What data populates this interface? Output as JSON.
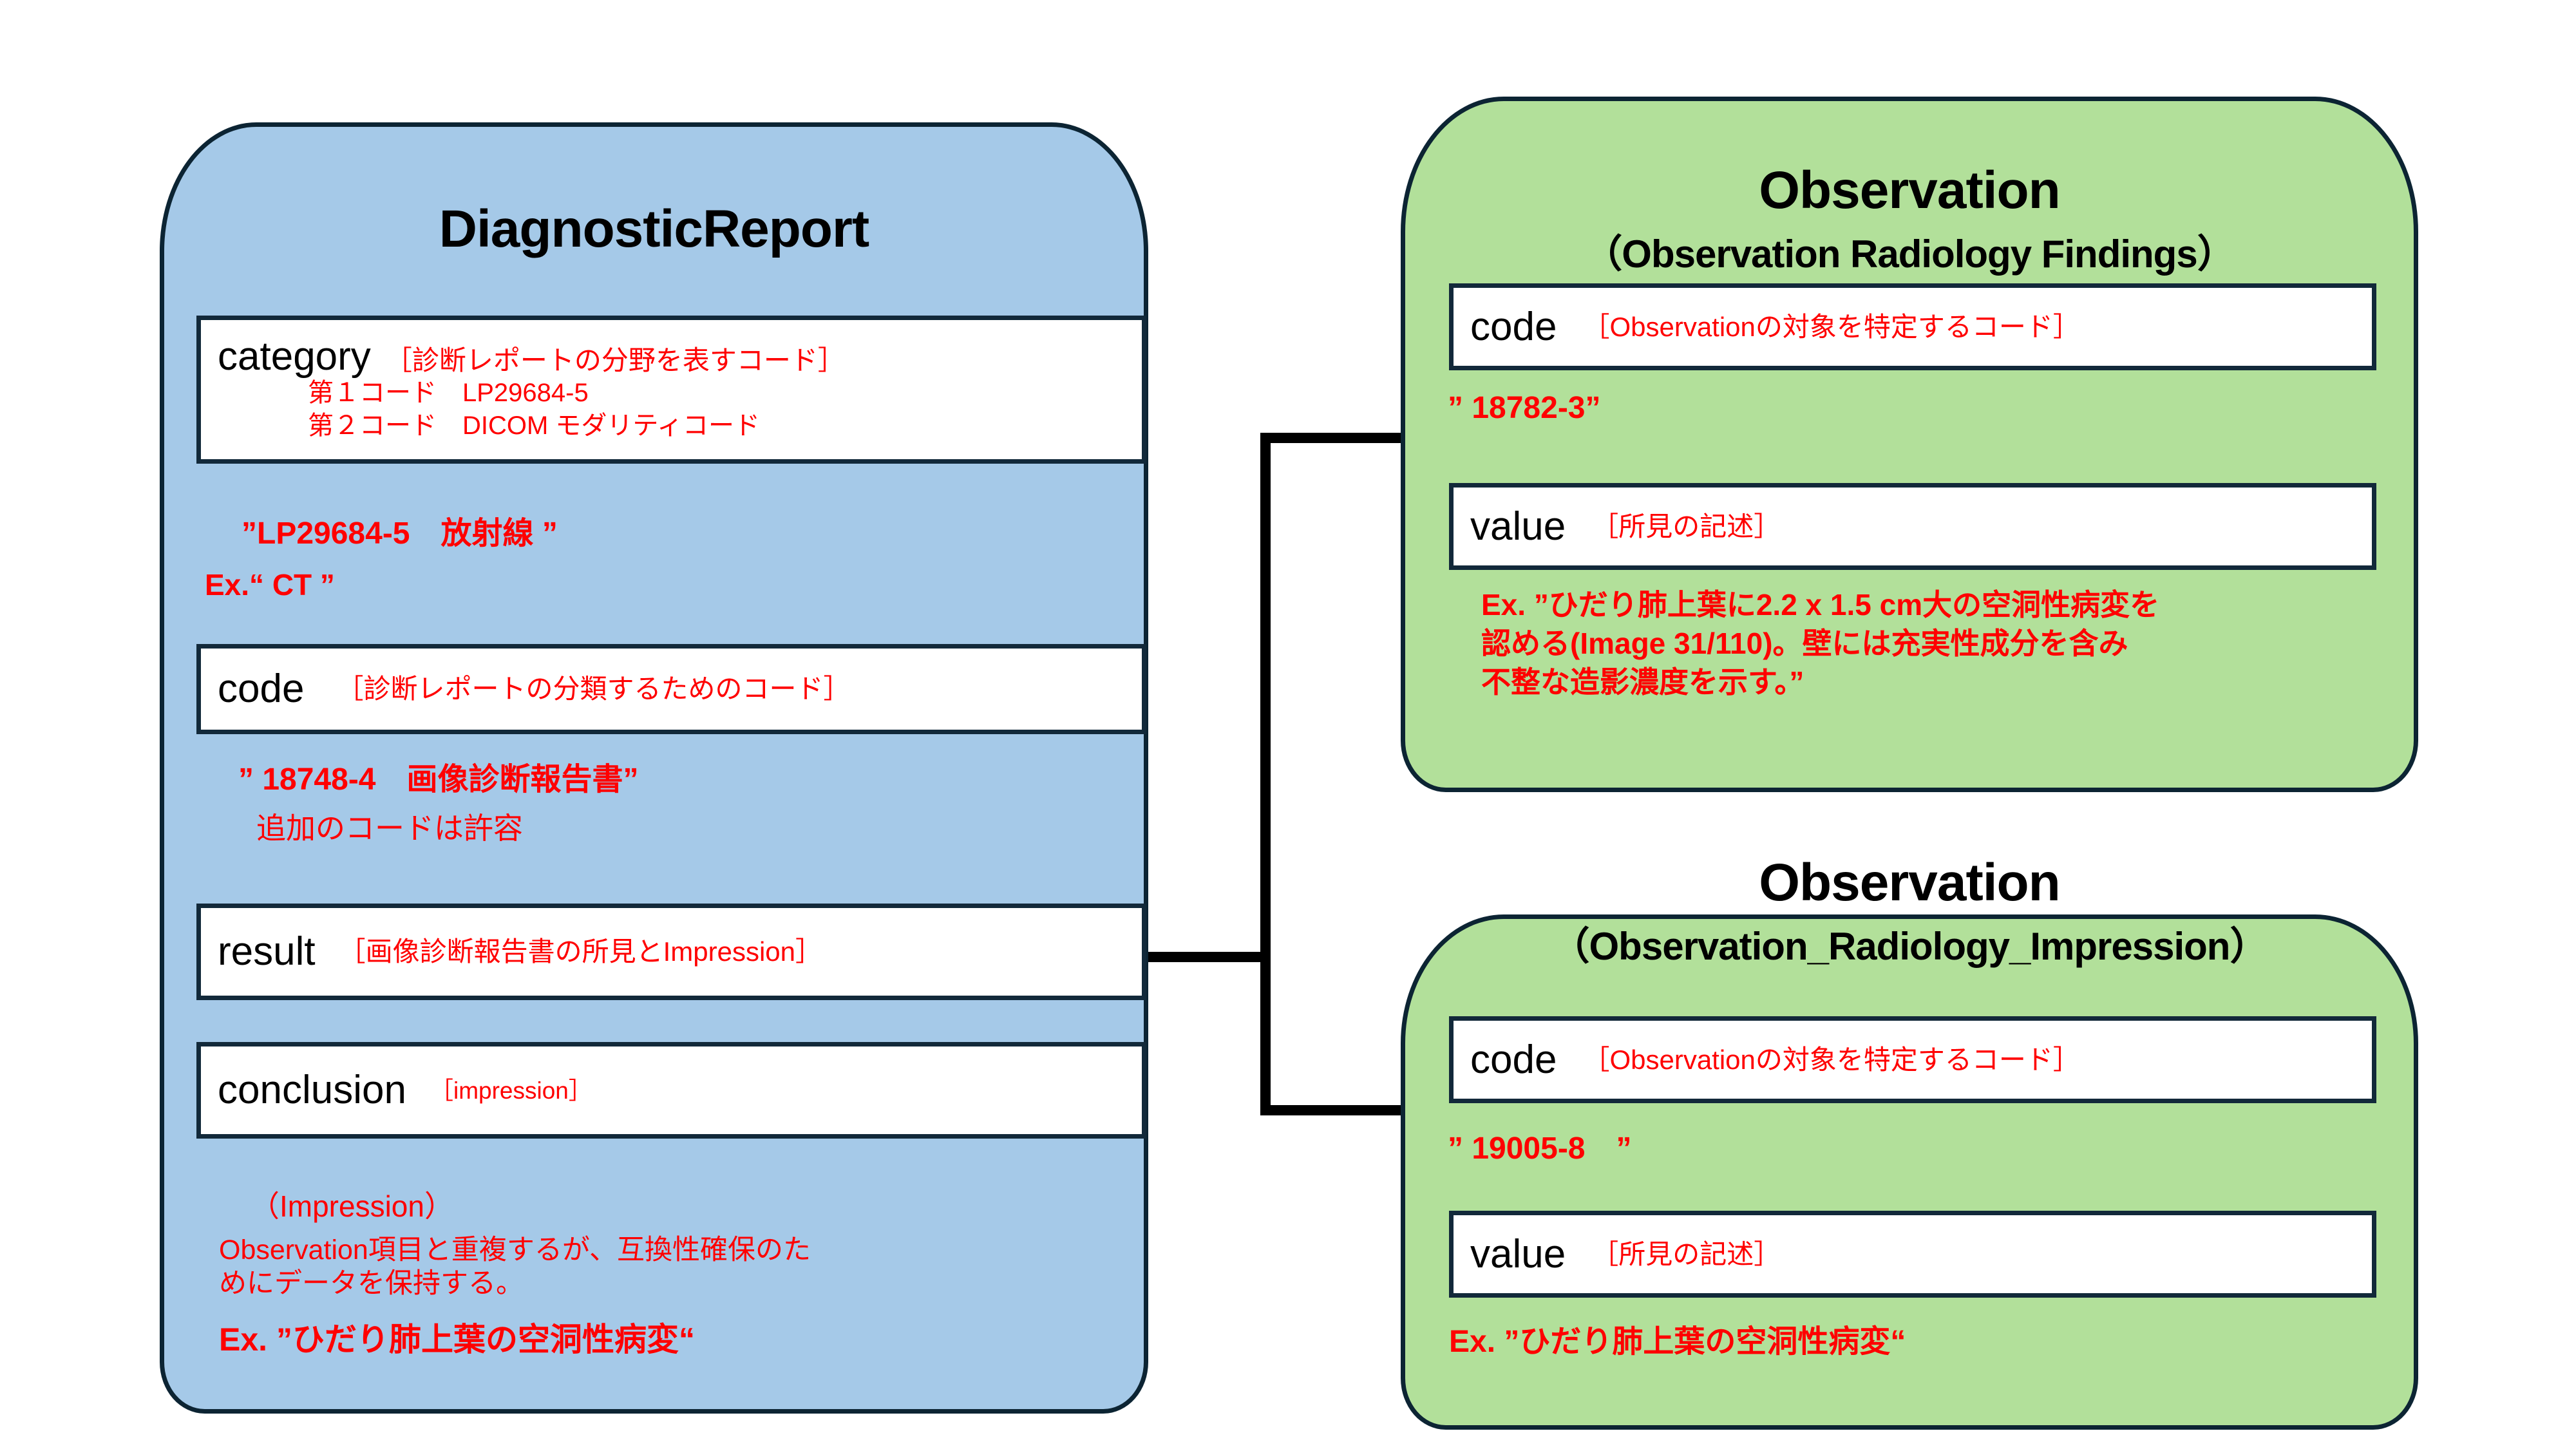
{
  "diagram": {
    "type": "fhir-resource-relationship",
    "colors": {
      "diagnostic_report_fill": "#a5c9e8",
      "observation_fill": "#b2e09a",
      "card_border": "#0c2433",
      "attribute_box_border": "#12293a",
      "annotation_text": "#ff0000",
      "connector": "#000000",
      "background": "#ffffff"
    }
  },
  "diagnostic_report": {
    "title": "DiagnosticReport",
    "attributes": [
      {
        "name": "category",
        "description": "［診断レポートの分野を表すコード］",
        "sub_lines": [
          "第１コード　LP29684-5",
          "第２コード　DICOM モダリティコード"
        ]
      },
      {
        "name": "code",
        "description": "［診断レポートの分類するためのコード］"
      },
      {
        "name": "result",
        "description": "［画像診断報告書の所見とImpression］"
      },
      {
        "name": "conclusion",
        "description": "［impression］"
      }
    ],
    "notes": {
      "category_value": "”LP29684-5　放射線 ”",
      "category_example": "Ex.“ CT ”",
      "code_value": "” 18748-4　画像診断報告書”",
      "code_note": "追加のコードは許容",
      "conclusion_heading": "（Impression）",
      "conclusion_body": "Observation項目と重複するが、互換性確保のた\nめにデータを保持する。",
      "conclusion_example": "Ex. ”ひだり肺上葉の空洞性病変“"
    }
  },
  "observation_findings": {
    "title": "Observation",
    "subtitle": "（Observation Radiology Findings）",
    "attributes": [
      {
        "name": "code",
        "description": "［Observationの対象を特定するコード］"
      },
      {
        "name": "value",
        "description": "［所見の記述］"
      }
    ],
    "notes": {
      "code_value": "” 18782-3”",
      "value_example": "Ex. ”ひだり肺上葉に2.2 x 1.5 cm大の空洞性病変を\n認める(Image 31/110)。壁には充実性成分を含み\n不整な造影濃度を示す。”"
    }
  },
  "observation_impression": {
    "title": "Observation",
    "subtitle": "（Observation_Radiology_Impression）",
    "attributes": [
      {
        "name": "code",
        "description": "［Observationの対象を特定するコード］"
      },
      {
        "name": "value",
        "description": "［所見の記述］"
      }
    ],
    "notes": {
      "code_value": "” 19005-8　”",
      "value_example": "Ex. ”ひだり肺上葉の空洞性病変“"
    }
  }
}
